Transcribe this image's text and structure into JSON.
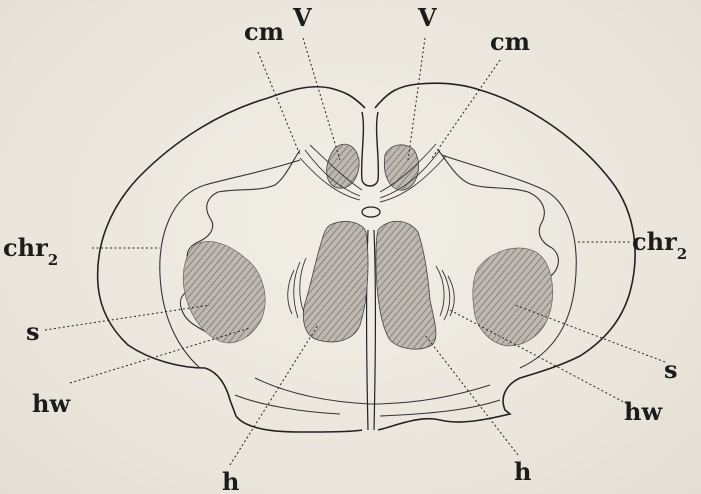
{
  "labels": {
    "cm_left": "cm",
    "v_left": "V",
    "v_right": "V",
    "cm_right": "cm",
    "chr2_left_base": "chr",
    "chr2_left_sub": "2",
    "chr2_right_base": "chr",
    "chr2_right_sub": "2",
    "s_left": "s",
    "s_right": "s",
    "hw_left": "hw",
    "hw_right": "hw",
    "h_left": "h",
    "h_right": "h"
  },
  "colors": {
    "ink": "#1c1c1c",
    "grey_matter_fill": "#b9b6af",
    "paper": "#ece9e0"
  }
}
